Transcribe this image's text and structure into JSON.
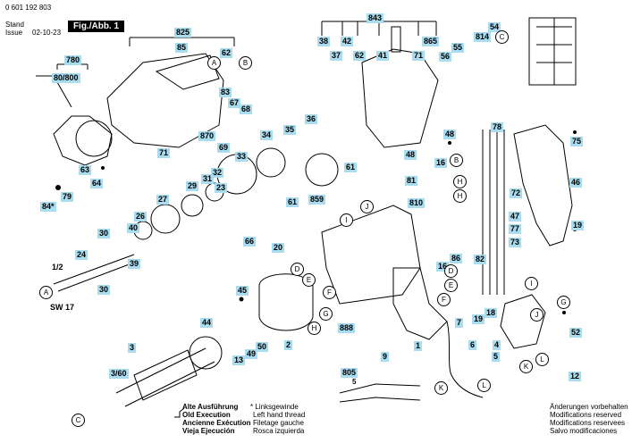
{
  "header": {
    "part_number": "0 601 192 803",
    "stand_label": "Stand",
    "issue_label": "Issue",
    "date": "02-10-23",
    "figure_label": "Fig./Abb. 1"
  },
  "callouts": {
    "n843": "843",
    "n825": "825",
    "n38": "38",
    "n42": "42",
    "n865": "865",
    "n85": "85",
    "n37": "37",
    "n62a": "62",
    "n41": "41",
    "n71a": "71",
    "n54": "54",
    "n814": "814",
    "n55": "55",
    "n56": "56",
    "n780": "780",
    "n80_800": "80/800",
    "n62b": "62",
    "n83": "83",
    "n67": "67",
    "n68": "68",
    "n870": "870",
    "n69": "69",
    "n71b": "71",
    "n63": "63",
    "n64": "64",
    "n79": "79",
    "n84": "84*",
    "n36": "36",
    "n35": "35",
    "n34": "34",
    "n33": "33",
    "n32": "32",
    "n31": "31",
    "n29": "29",
    "n23": "23",
    "n27": "27",
    "n26": "26",
    "n40": "40",
    "n30a": "30",
    "n30b": "30",
    "n24": "24",
    "n39": "39",
    "n61a": "61",
    "n61b": "61",
    "n859": "859",
    "n66": "66",
    "n48a": "48",
    "n48b": "48",
    "n16a": "16",
    "n16b": "16",
    "n78": "78",
    "n75": "75",
    "n72": "72",
    "n46": "46",
    "n47": "47",
    "n77": "77",
    "n73": "73",
    "n81": "81",
    "n810": "810",
    "n86": "86",
    "n82": "82",
    "n19a": "19",
    "n19b": "19",
    "n20": "20",
    "n45": "45",
    "n888": "888",
    "n44": "44",
    "n50": "50",
    "n49": "49",
    "n13": "13",
    "n2": "2",
    "n1": "1",
    "n9": "9",
    "n7": "7",
    "n6": "6",
    "n18": "18",
    "n4": "4",
    "n5": "5",
    "n52": "52",
    "n12": "12",
    "n3": "3",
    "n3_60": "3/60",
    "n805": "805",
    "n5b": "5",
    "half": "1/2",
    "sw17": "SW 17"
  },
  "letters": {
    "A1": "A",
    "B1": "B",
    "C1": "C",
    "B2": "B",
    "H1": "H",
    "I1": "I",
    "J1": "J",
    "D1": "D",
    "E1": "E",
    "F1": "F",
    "G1": "G",
    "H2": "H",
    "A2": "A",
    "C2": "C",
    "H3": "H",
    "D2": "D",
    "E2": "E",
    "F2": "F",
    "I2": "I",
    "J2": "J",
    "G2": "G",
    "K1": "K",
    "L1": "L",
    "K2": "K",
    "L2": "L"
  },
  "legend_left": {
    "l1": "Alte Ausführung",
    "l2": "Old Execution",
    "l3": "Ancienne Exécution",
    "l4": "Vieja Ejecución"
  },
  "legend_mid": {
    "l1": "* Linksgewinde",
    "l2": "Left hand thread",
    "l3": "Filetage gauche",
    "l4": "Rosca izquierda"
  },
  "legend_right": {
    "l1": "Änderungen vorbehalten",
    "l2": "Modifications reserved",
    "l3": "Modifications reservees",
    "l4": "Salvo modificaciones"
  }
}
